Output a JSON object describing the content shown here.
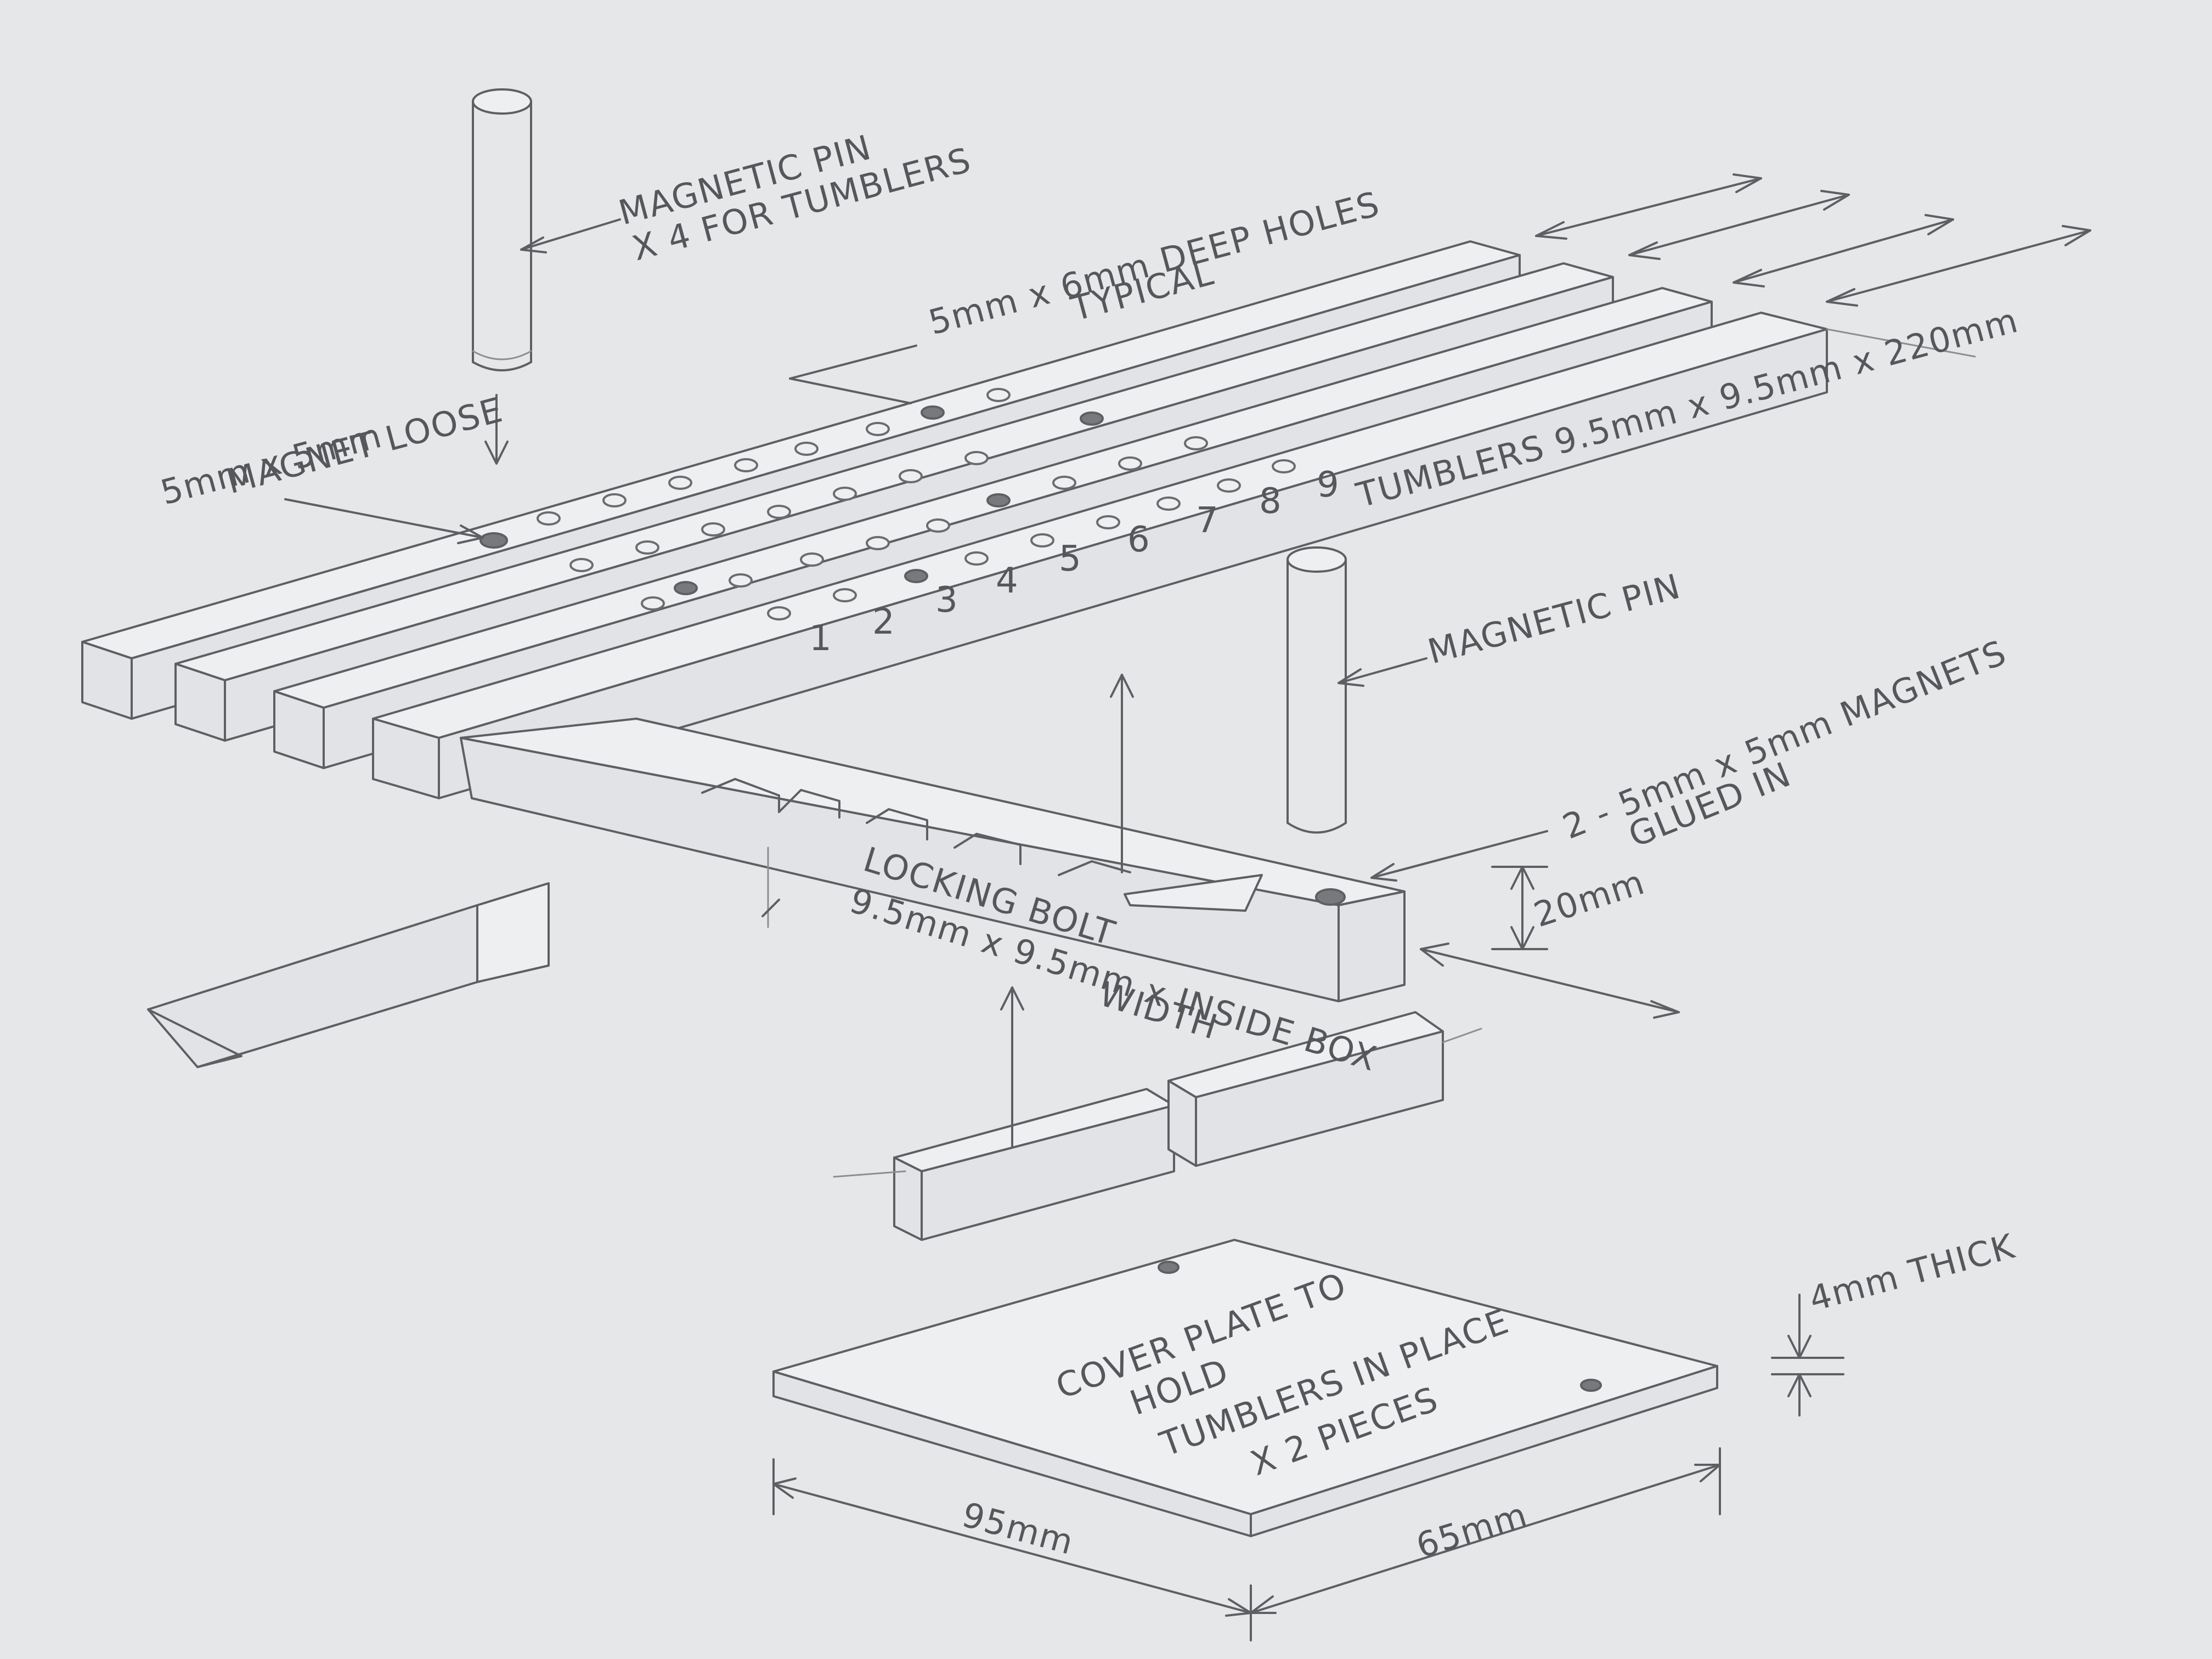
{
  "labels": {
    "magnetic_pin_top_line1": "MAGNETIC PIN",
    "magnetic_pin_top_line2": "X 4 FOR TUMBLERS",
    "holes_line1": "5mm x 6mm DEEP HOLES",
    "holes_line2": "TYPICAL",
    "magnet_loose_line1": "5mm x 5mm",
    "magnet_loose_line2": "MAGNET LOOSE",
    "tumblers": "TUMBLERS 9.5mm x 9.5mm x 220mm",
    "magnetic_pin_right": "MAGNETIC PIN",
    "magnets_glued_line1": "2 - 5mm x 5mm MAGNETS",
    "magnets_glued_line2": "GLUED IN",
    "height_dim": "20mm",
    "locking_bolt_line1": "LOCKING BOLT",
    "locking_bolt_line2": "9.5mm x 9.5mm x INSIDE BOX",
    "locking_bolt_line3": "WIDTH",
    "thickness_dim": "4mm THICK",
    "cover_line1": "COVER PLATE TO",
    "cover_line2": "HOLD",
    "cover_line3": "TUMBLERS IN PLACE",
    "cover_line4": "X 2 PIECES",
    "width_dim": "95mm",
    "depth_dim": "65mm"
  },
  "tumbler_numbers": [
    "1",
    "2",
    "3",
    "4",
    "5",
    "6",
    "7",
    "8",
    "9"
  ]
}
